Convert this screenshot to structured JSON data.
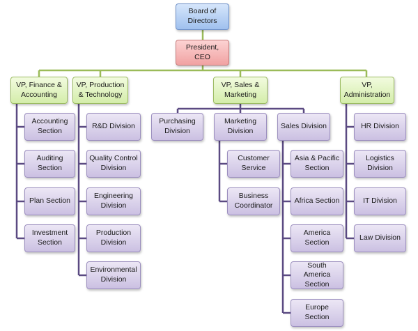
{
  "colors": {
    "connector_top": "#9bbb59",
    "connector_branch": "#5b4a82"
  },
  "board": {
    "label": "Board of\nDirectors"
  },
  "president": {
    "label": "President, CEO"
  },
  "vps": {
    "finance": "VP, Finance &\nAccounting",
    "production": "VP, Production\n& Technology",
    "sales": "VP, Sales &\nMarketing",
    "admin": "VP,\nAdministration"
  },
  "finance_units": {
    "accounting": "Accounting\nSection",
    "auditing": "Auditing\nSection",
    "plan": "Plan Section",
    "investment": "Investment\nSection"
  },
  "production_units": {
    "rnd": "R&D Division",
    "quality": "Quality Control\nDivision",
    "engineering": "Engineering\nDivision",
    "production": "Production\nDivision",
    "environmental": "Environmental\nDivision"
  },
  "sales_units": {
    "purchasing": "Purchasing\nDivision",
    "marketing": "Marketing\nDivision",
    "sales": "Sales Division"
  },
  "marketing_units": {
    "customer_service": "Customer\nService",
    "business_coordinator": "Business\nCoordinator"
  },
  "sales_division_units": {
    "asia_pacific": "Asia & Pacific\nSection",
    "africa": "Africa Section",
    "america": "America\nSection",
    "south_america": "South  America\nSection",
    "europe": "Europe Section"
  },
  "admin_units": {
    "hr": "HR Division",
    "logistics": "Logistics\nDivision",
    "it": "IT Division",
    "law": "Law Division"
  }
}
